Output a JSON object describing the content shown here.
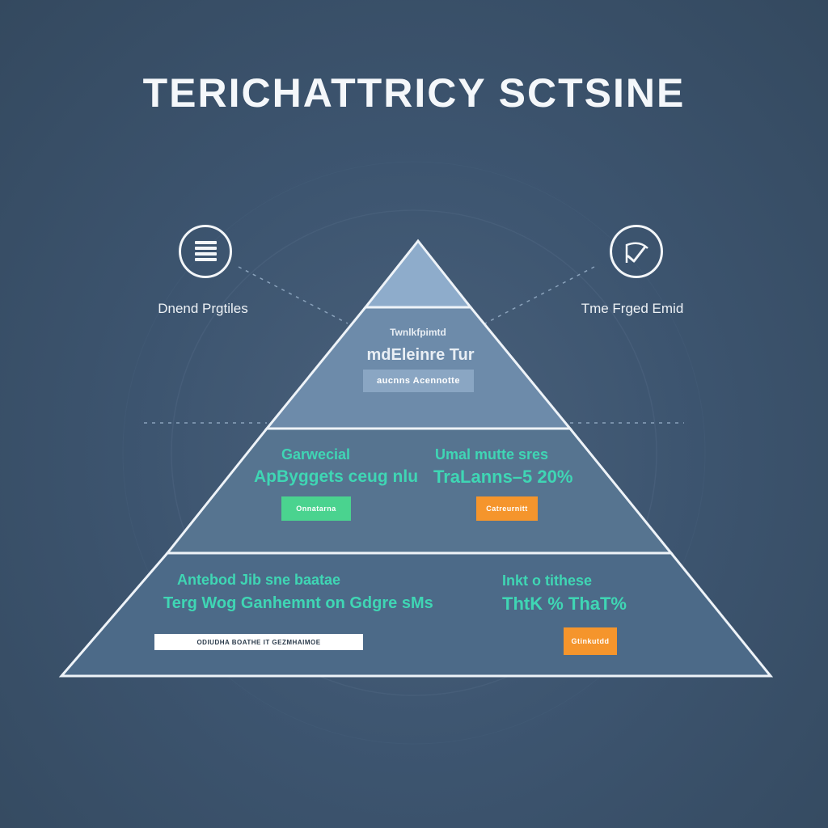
{
  "title": "TERICHATTRICY SCTSINE",
  "side_icons": {
    "left": {
      "icon": "server-list-icon",
      "label": "Dnend Prgtiles"
    },
    "right": {
      "icon": "chart-check-icon",
      "label": "Tme Frged Emid"
    }
  },
  "tiers": {
    "tier2": {
      "subtitle": "Twnlkfpimtd",
      "heading": "mdEleinre Tur",
      "tag": "aucnns Acennotte"
    },
    "tier3": {
      "left": {
        "label": "Garwecial",
        "metric": "ApByggets ceug nlu",
        "chip": "Onnatarna"
      },
      "right": {
        "label": "Umal mutte sres",
        "metric": "TraLanns–5 20%",
        "chip": "Catreurnitt"
      }
    },
    "tier4": {
      "left": {
        "label": "Antebod Jib sne baatae",
        "metric": "Terg Wog Ganhemnt on Gdgre sMs",
        "chip": "ODIUDHA BOATHE IT GEZMHAIMOE"
      },
      "right": {
        "label": "Inkt o tithese",
        "metric": "ThtK % ThaT%",
        "chip": "Gtinkutdd"
      }
    }
  },
  "colors": {
    "background": "#3a5069",
    "apex": "#8eaccb",
    "tier2": "#6d8baa",
    "tier3": "#567490",
    "tier4": "#4c6a88",
    "accent_teal": "#3fd6b4",
    "chip_green": "#4ad38f",
    "chip_orange": "#f5952c",
    "chip_white": "#ffffff"
  }
}
